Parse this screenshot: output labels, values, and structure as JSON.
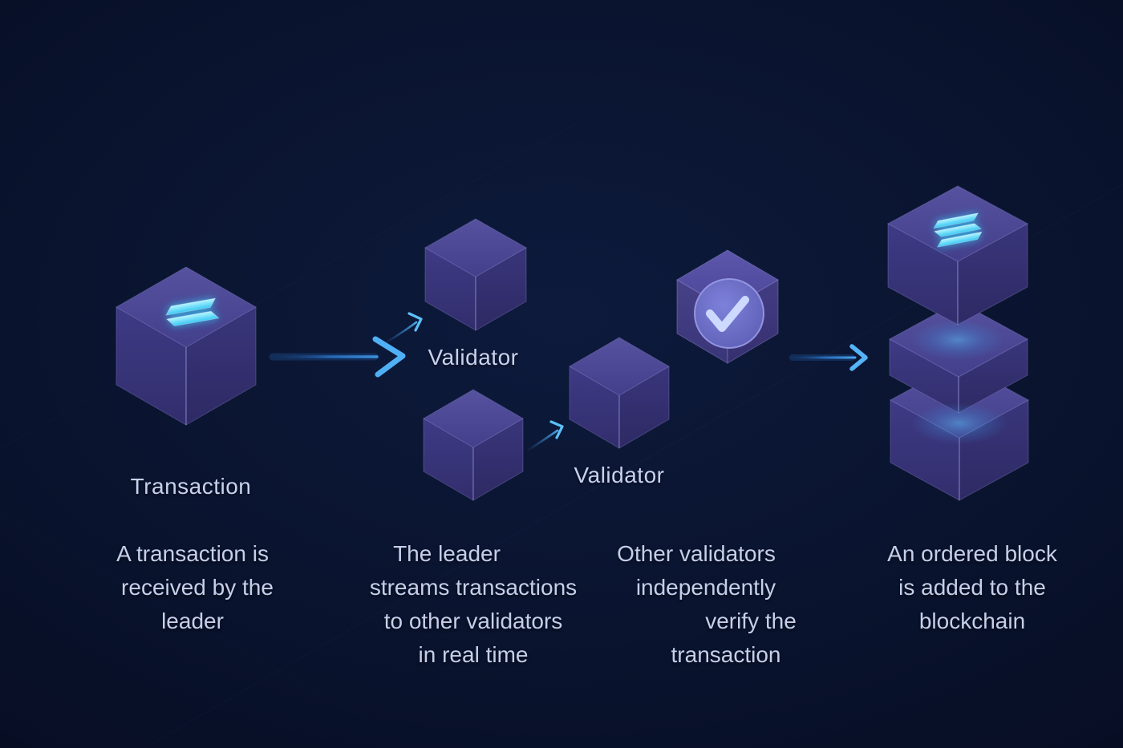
{
  "theme": {
    "background": "#0a1430",
    "text_color": "#c7d1eb",
    "accent_cyan": "#53dffa",
    "arrow_blue": "#45a4f3",
    "cube_indigo_top": "#524e9e",
    "cube_indigo_left": "#3d3983",
    "cube_indigo_right": "#38347a",
    "check_cube_top": "#5b55ab",
    "check_circle_fill": "#6e70cc",
    "check_mark_color": "#cdd9fe"
  },
  "icons": {
    "solana_logo": "solana-logo-icon",
    "checkmark": "checkmark-icon",
    "arrow_right": "arrow-right-icon",
    "arrow_up_right": "arrow-up-right-icon"
  },
  "steps": [
    {
      "id": "transaction-received",
      "node_label": "Transaction",
      "caption_lines": [
        "A transaction is",
        "received by the",
        "leader"
      ]
    },
    {
      "id": "leader-streams",
      "node_labels": [
        "Validator",
        "Validator"
      ],
      "caption_lines": [
        "The leader",
        "streams transactions",
        "to other validators",
        "in real time"
      ]
    },
    {
      "id": "validators-verify",
      "caption_lines": [
        "Other validators",
        "independently",
        "verify the",
        "transaction"
      ]
    },
    {
      "id": "block-added",
      "caption_lines": [
        "An ordered block",
        "is added to the",
        "blockchain"
      ]
    }
  ]
}
